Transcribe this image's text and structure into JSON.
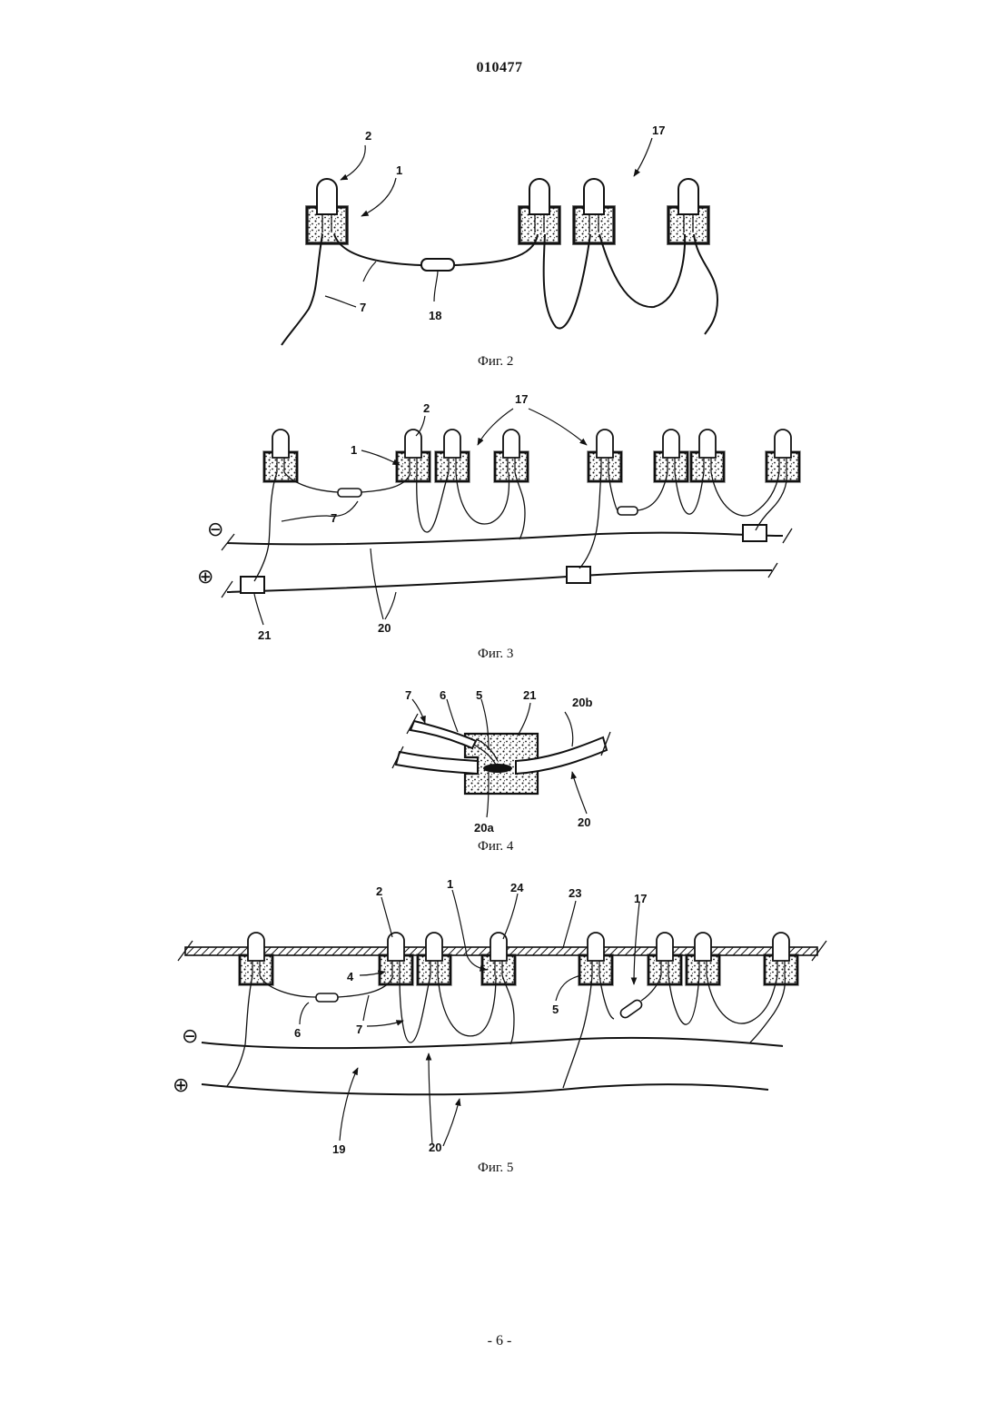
{
  "page": {
    "header": "010477",
    "footer": "- 6 -"
  },
  "figures": [
    {
      "caption": "Фиг. 2",
      "labels": [
        "2",
        "1",
        "17",
        "7",
        "18"
      ]
    },
    {
      "caption": "Фиг. 3",
      "labels": [
        "1",
        "2",
        "17",
        "7",
        "21",
        "20"
      ],
      "signs": [
        "⊖",
        "⊕"
      ]
    },
    {
      "caption": "Фиг. 4",
      "labels": [
        "7",
        "6",
        "5",
        "21",
        "20b",
        "20a",
        "20"
      ]
    },
    {
      "caption": "Фиг. 5",
      "labels": [
        "2",
        "1",
        "24",
        "23",
        "17",
        "4",
        "5",
        "6",
        "7",
        "19",
        "20"
      ],
      "signs": [
        "⊖",
        "⊕"
      ]
    }
  ]
}
